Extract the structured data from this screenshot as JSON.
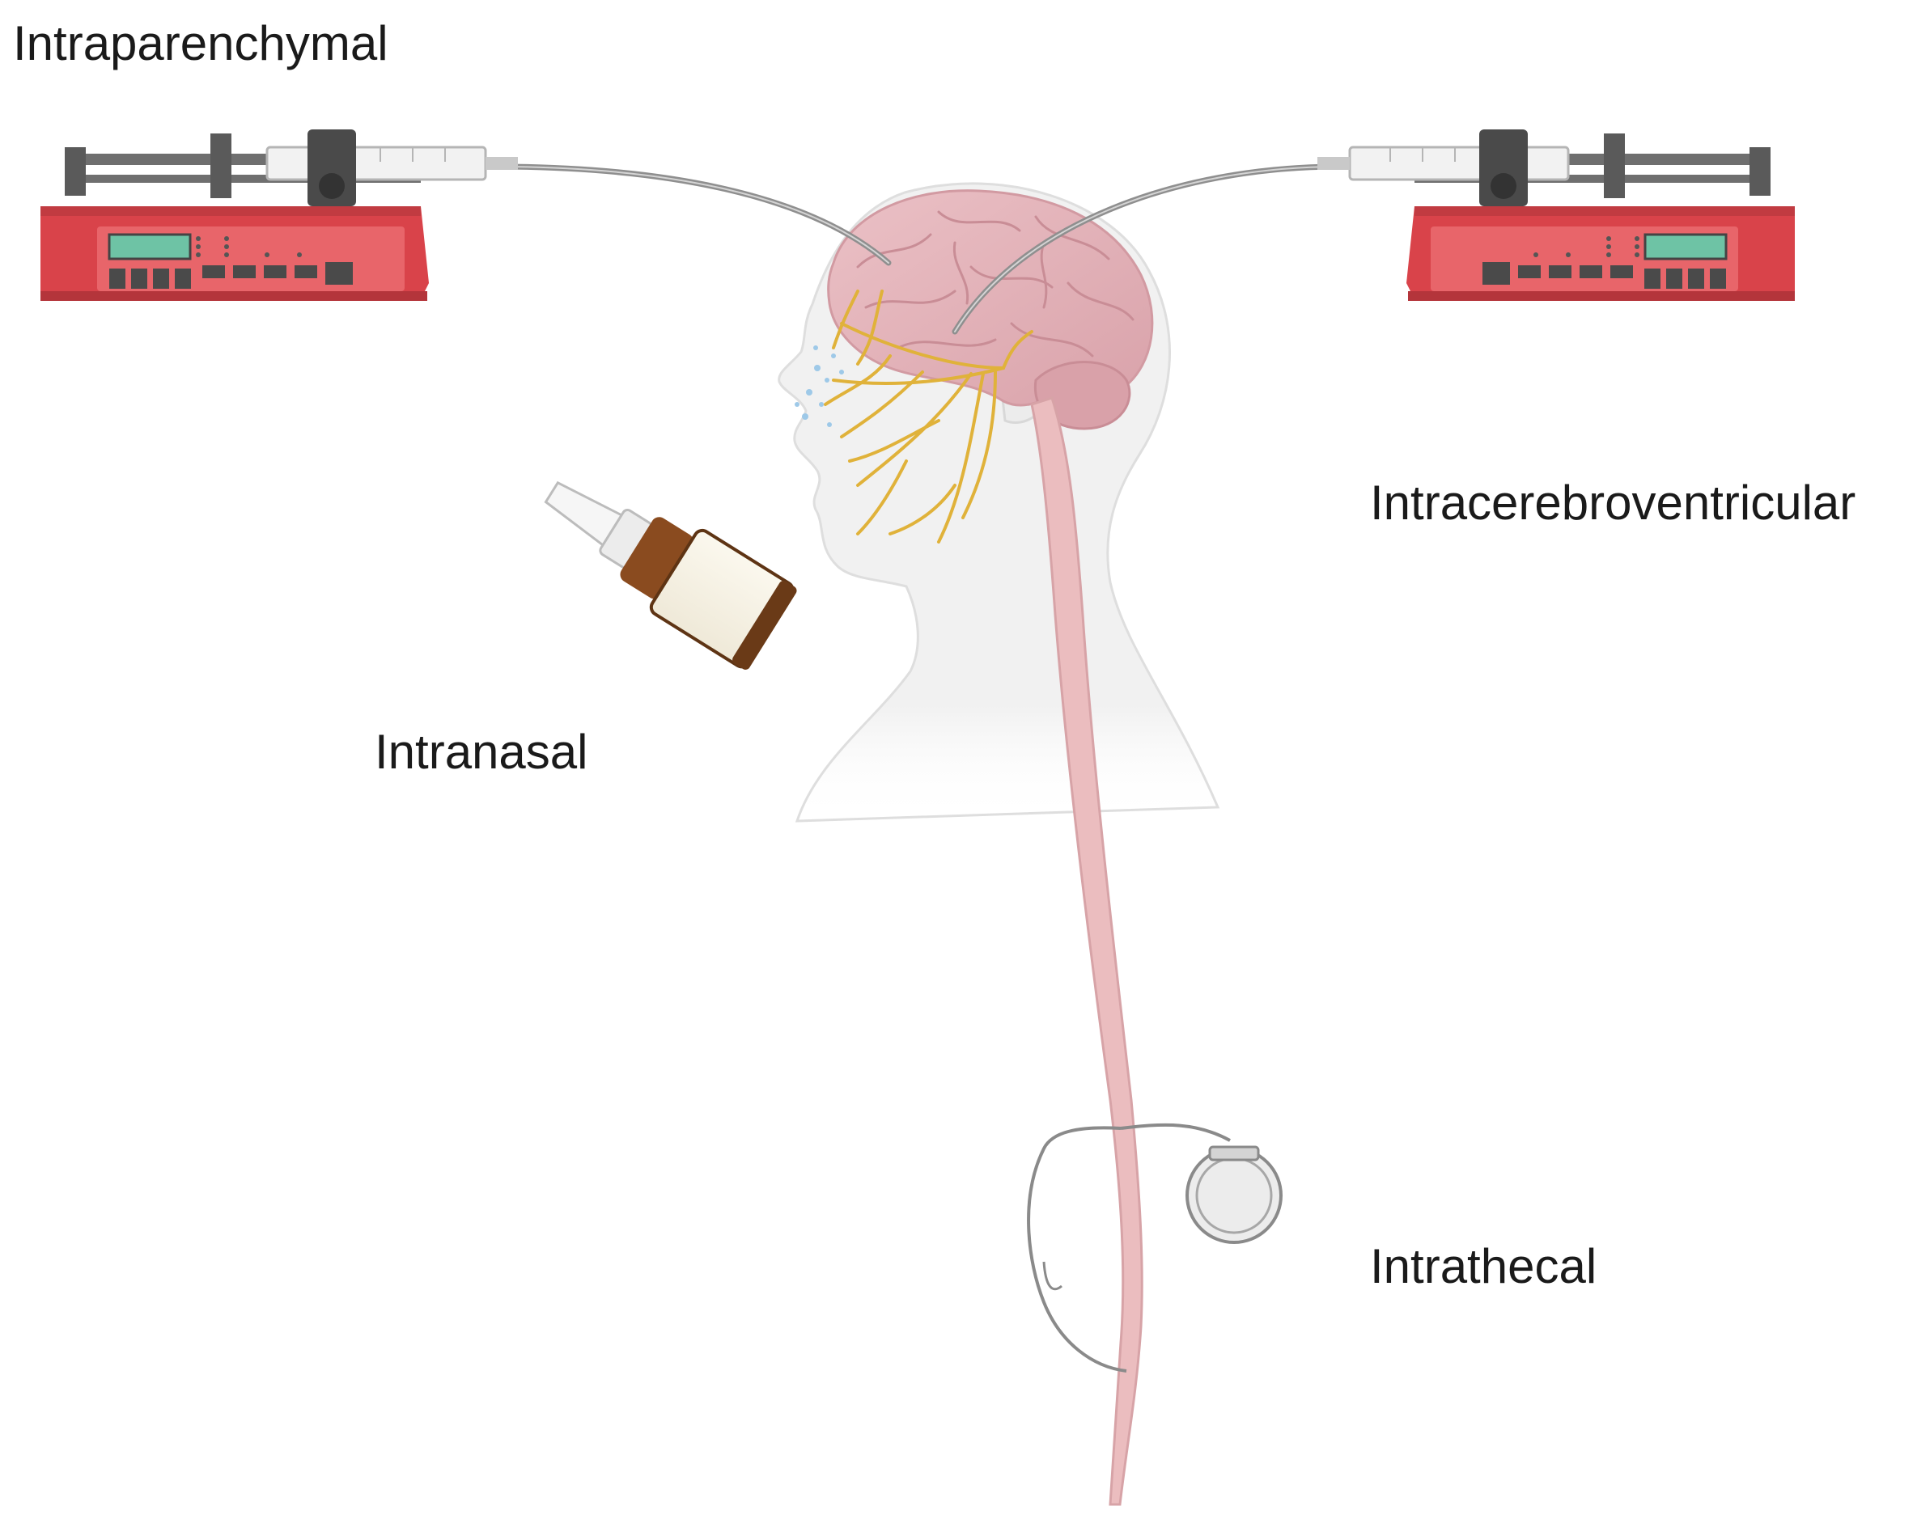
{
  "labels": {
    "intraparenchymal": "Intraparenchymal",
    "intracerebroventricular": "Intracerebroventricular",
    "intranasal": "Intranasal",
    "intrathecal": "Intrathecal"
  },
  "colors": {
    "pump_body": "#d9434a",
    "pump_panel": "#e8656a",
    "pump_screen": "#6ec3a5",
    "brain": "#e6b6bc",
    "spinal_cord": "#ebbdbf",
    "nerves": "#e0b23a",
    "head_outline": "#e4e4e4",
    "bottle_amber": "#8a4b1f",
    "implant_gray": "#d8d8d8"
  },
  "icons": {
    "left_pump": "syringe-pump-icon",
    "right_pump": "syringe-pump-icon",
    "bottle": "nasal-spray-bottle-icon",
    "implant": "implanted-pump-icon"
  }
}
